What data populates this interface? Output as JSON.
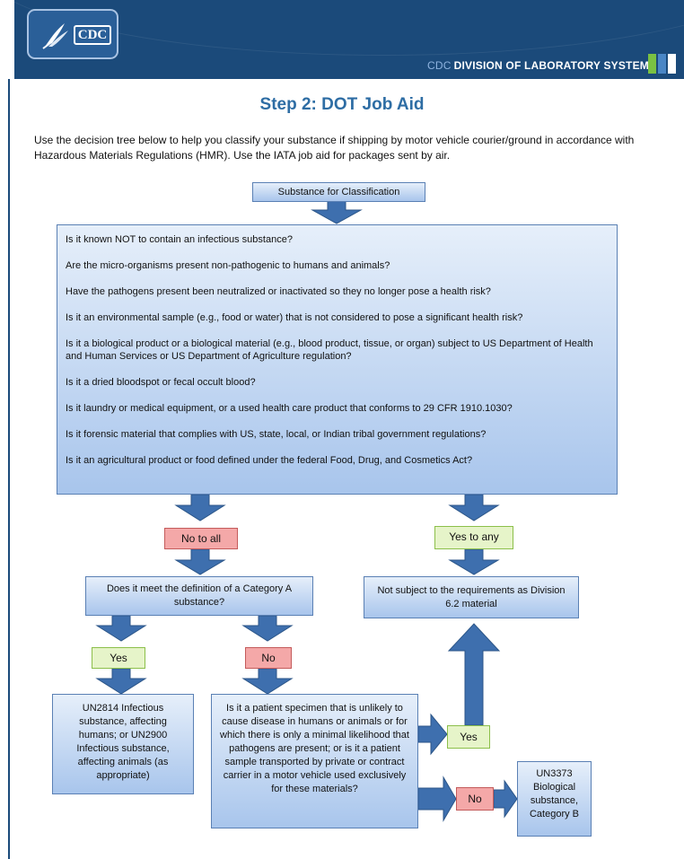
{
  "header": {
    "logo_text": "CDC",
    "cdc_small": "CDC",
    "division": "DIVISION OF LABORATORY SYSTEMS",
    "accent_colors": [
      "#1b4a7a",
      "#7ac143",
      "#4a86c5",
      "#ffffff"
    ]
  },
  "page": {
    "title": "Step 2: DOT Job Aid",
    "intro": "Use the decision tree below to help you classify your substance if shipping by motor vehicle courier/ground in accordance with Hazardous Materials Regulations (HMR). Use the IATA job aid for packages sent by air."
  },
  "diagram": {
    "start": "Substance for Classification",
    "questions": [
      "Is it known NOT to contain an infectious substance?",
      "Are the micro-organisms present non-pathogenic to humans and animals?",
      "Have the pathogens present been neutralized or inactivated so they no longer pose a health risk?",
      "Is it an environmental sample (e.g., food or water) that is not considered to pose a significant health risk?",
      "Is it a biological product or a biological material (e.g., blood product, tissue, or organ) subject to US Department of Health and Human Services or US Department of Agriculture regulation?",
      "Is it a dried bloodspot or fecal occult blood?",
      "Is it laundry or medical equipment, or a used health care product that conforms to 29 CFR 1910.1030?",
      "Is it forensic material that complies with US, state, local, or Indian tribal government regulations?",
      "Is it an agricultural product or food defined under the federal Food, Drug, and Cosmetics Act?"
    ],
    "no_to_all": "No to all",
    "yes_to_any": "Yes to any",
    "category_a_question": "Does it meet the definition of a Category A substance?",
    "not_subject": "Not subject to the requirements as Division 6.2 material",
    "yes_label": "Yes",
    "no_label": "No",
    "un2814": "UN2814 Infectious substance, affecting humans; or UN2900 Infectious substance, affecting animals (as appropriate)",
    "patient_question": "Is it a patient specimen that is unlikely to cause disease in humans or animals or for which there is only a minimal likelihood that pathogens are present; or is it a patient sample transported by private or contract carrier in a motor vehicle used exclusively for these materials?",
    "yes_label_2": "Yes",
    "no_label_2": "No",
    "un3373": "UN3373 Biological substance, Category B",
    "colors": {
      "box_top": "#e6effa",
      "box_bottom": "#a8c5ec",
      "arrow": "#3e6fae",
      "red_label": "#f4a8a8",
      "green_label": "#e6f4c9"
    }
  }
}
